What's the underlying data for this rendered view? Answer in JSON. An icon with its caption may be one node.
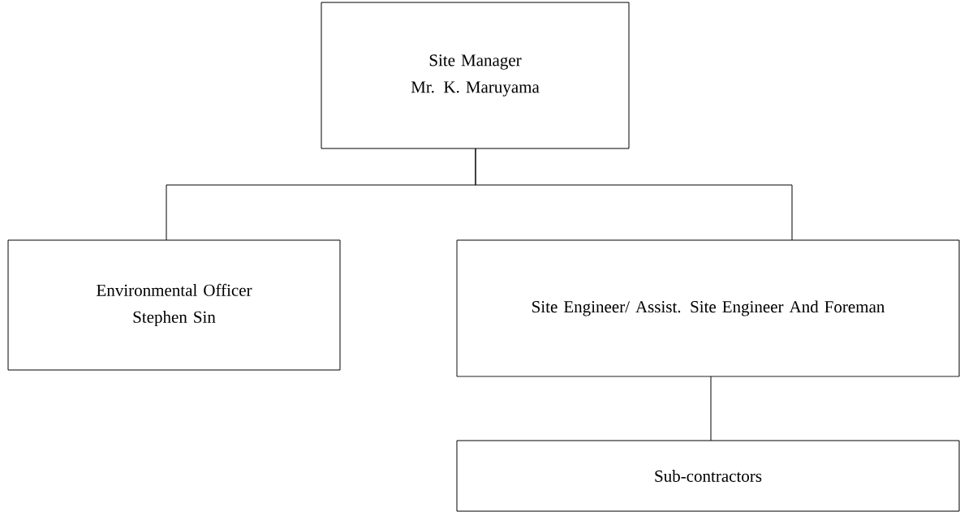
{
  "diagram": {
    "nodes": [
      {
        "text": [
          "Site Manager",
          "Mr. K. Maruyama"
        ]
      },
      {
        "text": [
          "Environmental Officer",
          "Stephen Sin"
        ]
      },
      {
        "text": [
          "Site Engineer/ Assist. Site Engineer And Foreman"
        ]
      },
      {
        "text": [
          "Sub-contractors"
        ]
      }
    ],
    "edges": [
      {
        "from": 0,
        "to": 1,
        "arrow": "none"
      },
      {
        "from": 0,
        "to": 2,
        "arrow": "none"
      },
      {
        "from": 2,
        "to": 3,
        "arrow": "none"
      }
    ]
  }
}
